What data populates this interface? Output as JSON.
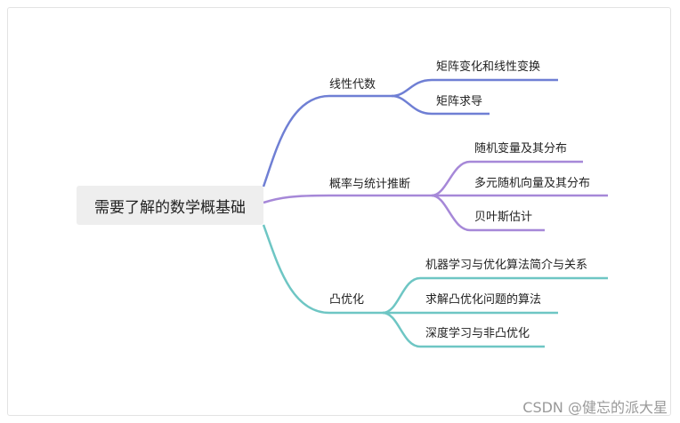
{
  "root": {
    "label": "需要了解的数学概基础"
  },
  "branches": [
    {
      "label": "线性代数",
      "color": "#6f7fd4",
      "children": [
        "矩阵变化和线性变换",
        "矩阵求导"
      ]
    },
    {
      "label": "概率与统计推断",
      "color": "#a688d8",
      "children": [
        "随机变量及其分布",
        "多元随机向量及其分布",
        "贝叶斯估计"
      ]
    },
    {
      "label": "凸优化",
      "color": "#6ec6c4",
      "children": [
        "机器学习与优化算法简介与关系",
        "求解凸优化问题的算法",
        "深度学习与非凸优化"
      ]
    }
  ],
  "watermark": "CSDN @健忘的派大星"
}
